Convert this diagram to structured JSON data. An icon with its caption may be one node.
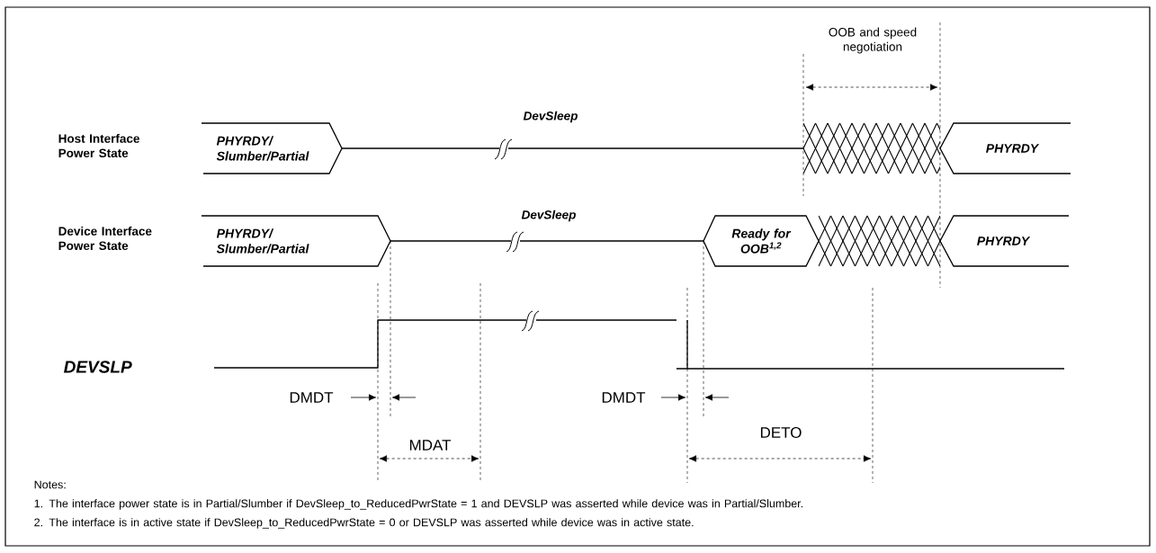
{
  "diagram": {
    "nodes": [
      {
        "text": [
          "PHYRDY/ Slumber/Partial"
        ]
      },
      {
        "text": [
          "PHYRDY"
        ]
      },
      {
        "text": [
          "PHYRDY/ Slumber/Partial"
        ]
      },
      {
        "text": [
          "Ready for OOB$^{1,2}$"
        ]
      },
      {
        "text": [
          "PHYRDY"
        ]
      }
    ],
    "labels": [
      "OOB and speed negotiation",
      "Host Interface Power State",
      "DevSleep",
      "Device Interface Power State",
      "DevSleep",
      "DEVSLP",
      "DMDT",
      "DMDT",
      "MDAT",
      "DETO",
      "Notes:",
      "1. The interface power state is in Partial/Slumber if DevSleep_to_ReducedPwrState = 1 and DEVSLP was asserted while device was in Partial/Slumber.",
      "2. The interface is in active state if DevSleep_to_ReducedPwrState = 0 or DEVSLP was asserted while device was in active state."
    ]
  }
}
